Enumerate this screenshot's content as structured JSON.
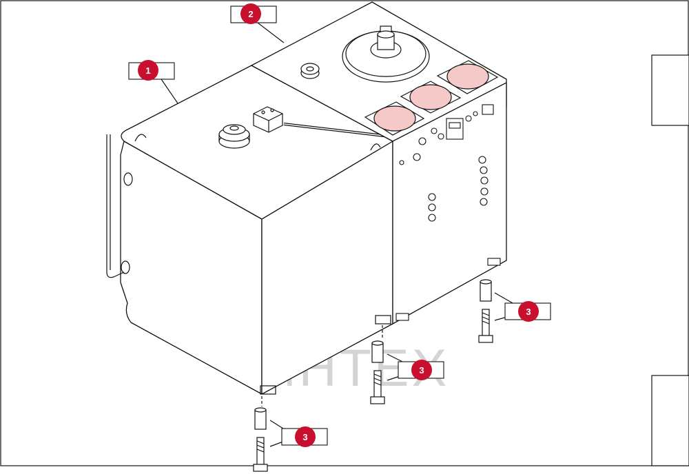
{
  "diagram": {
    "callouts": [
      {
        "label": "1"
      },
      {
        "label": "2"
      },
      {
        "label": "3"
      },
      {
        "label": "3"
      },
      {
        "label": "3"
      }
    ],
    "watermark": {
      "text": "ИНТЕХ",
      "logo": "gear-wrench-logo"
    },
    "colors": {
      "callout": "#c8102e",
      "watermark": "#e8262f",
      "line": "#111111",
      "filter_window": "#f6c9c9"
    }
  }
}
